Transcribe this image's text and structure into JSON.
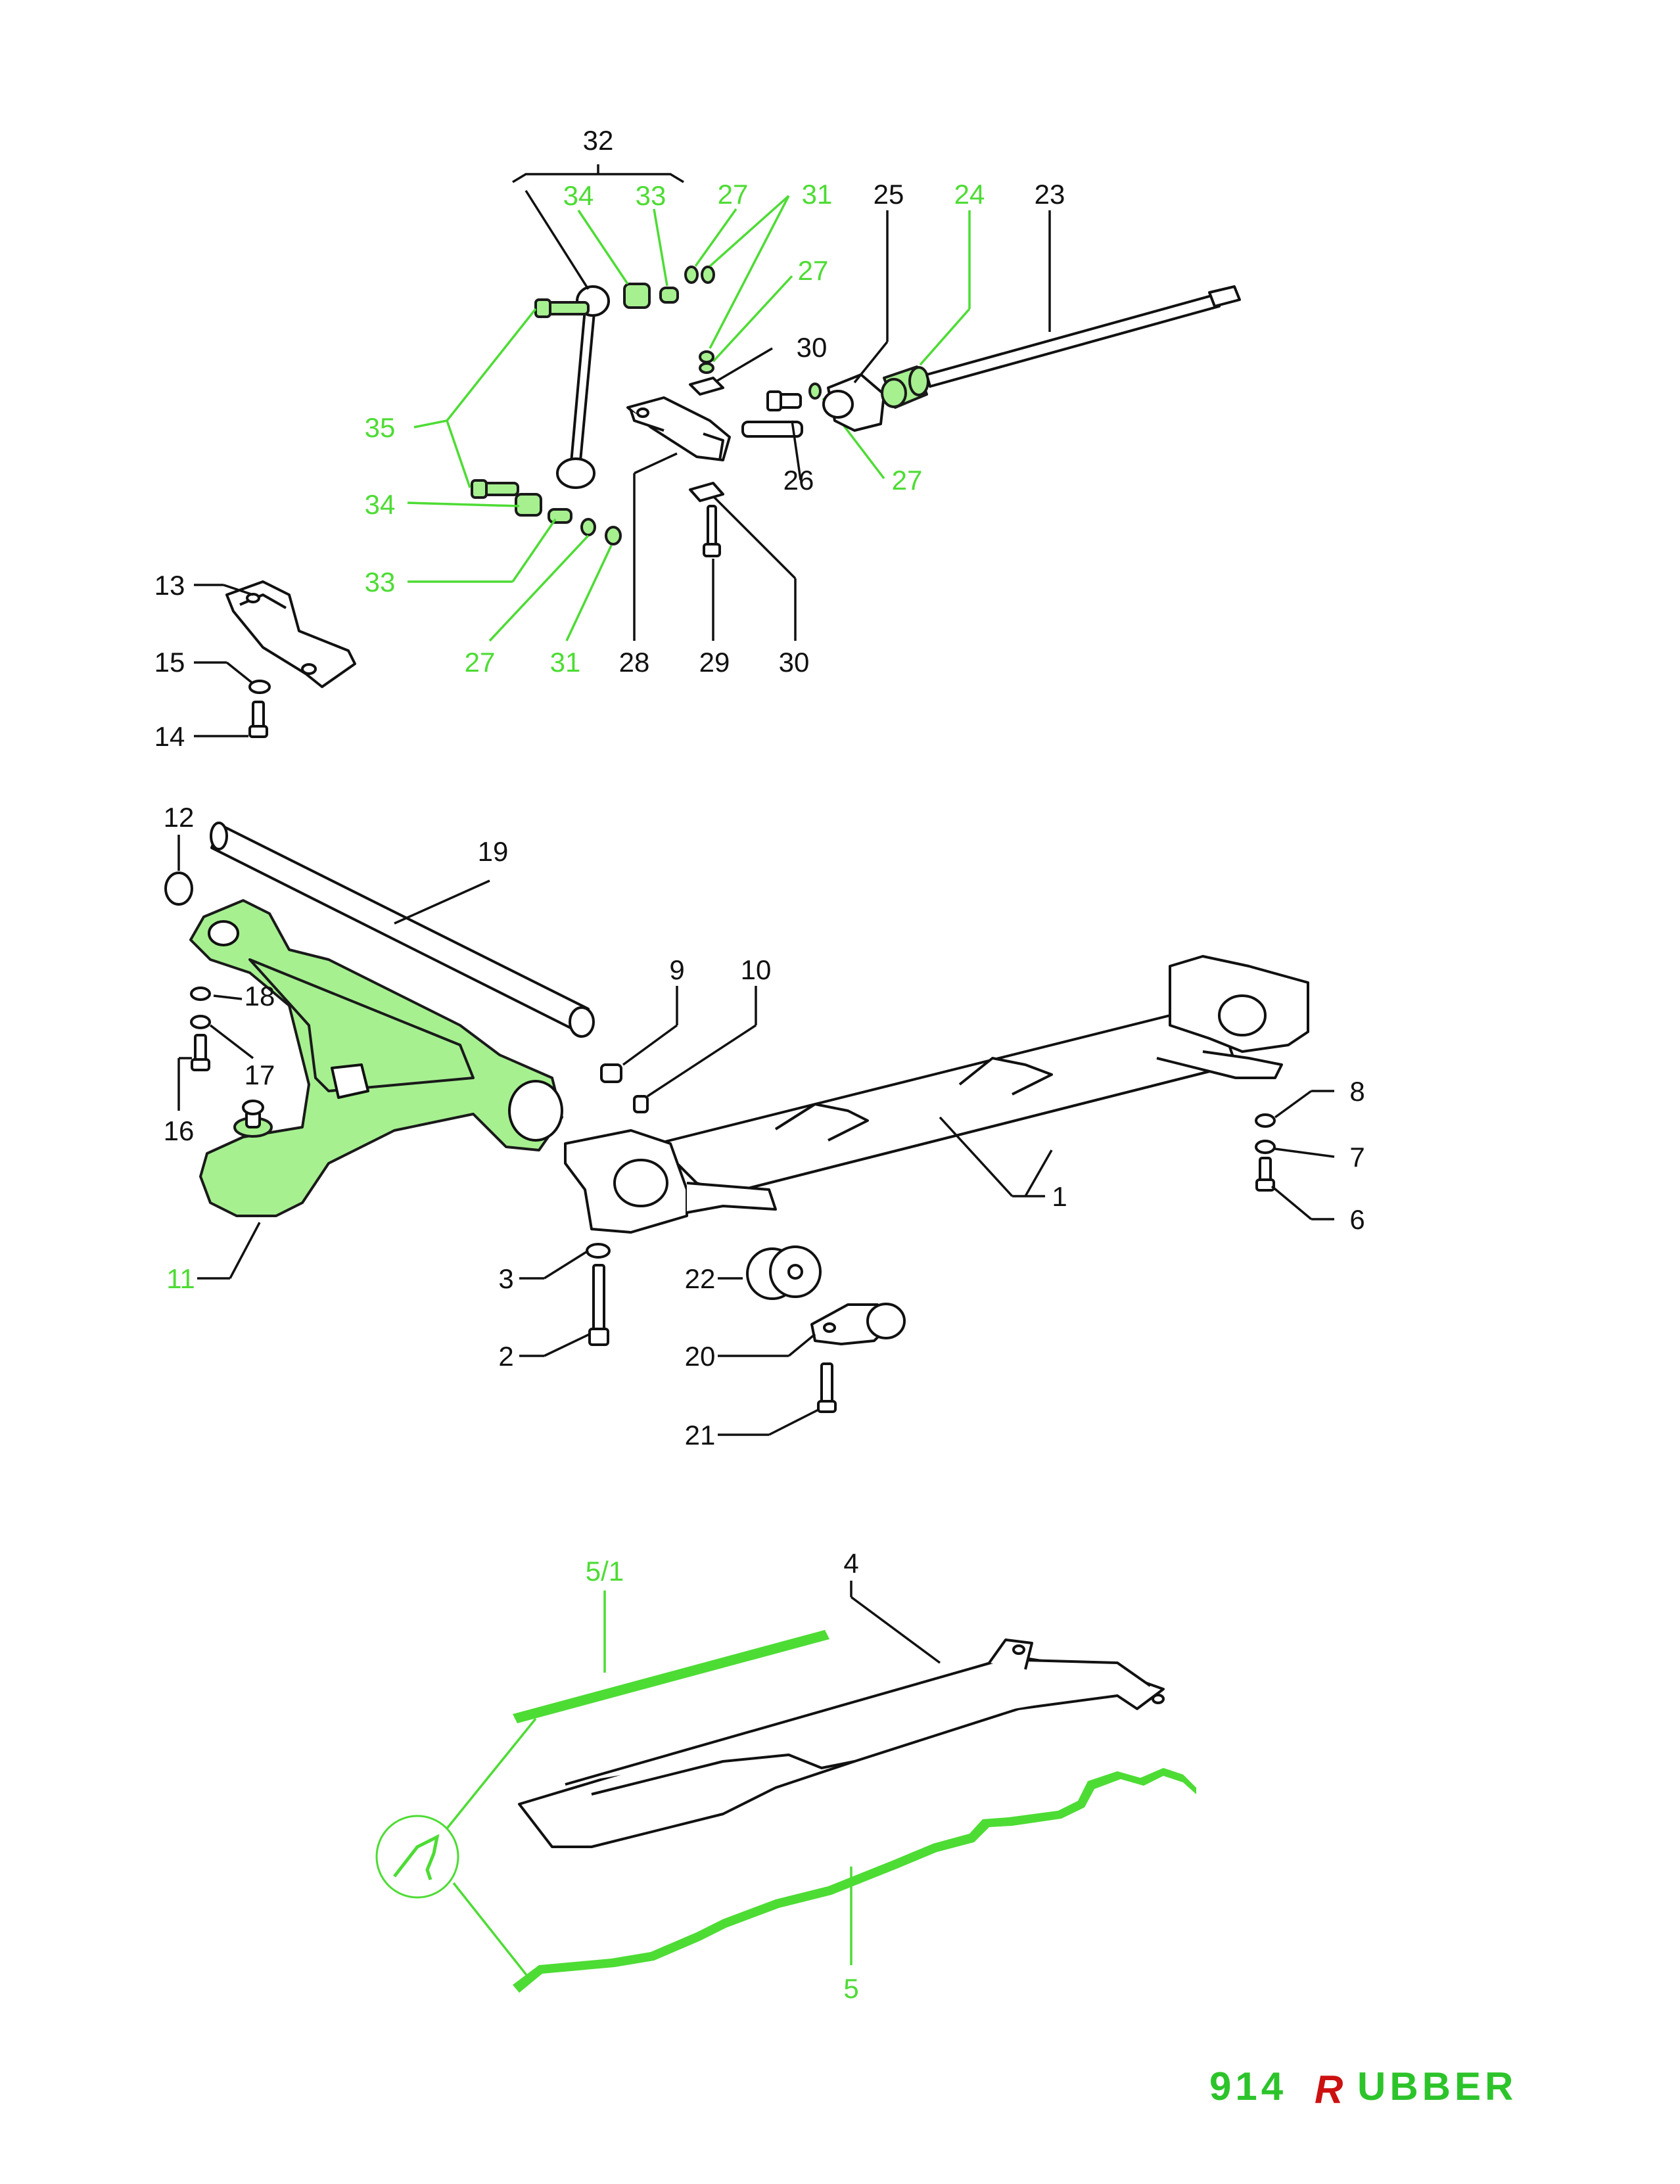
{
  "colors": {
    "highlight": "#4ddc34",
    "ink": "#111111",
    "brand_r": "#cc1111",
    "background": "#ffffff"
  },
  "labels": {
    "l1": "1",
    "l2": "2",
    "l3": "3",
    "l4": "4",
    "l5": "5",
    "l5_1": "5/1",
    "l6": "6",
    "l7": "7",
    "l8": "8",
    "l9": "9",
    "l10": "10",
    "l11": "11",
    "l12": "12",
    "l13": "13",
    "l14": "14",
    "l15": "15",
    "l16": "16",
    "l17": "17",
    "l18": "18",
    "l19": "19",
    "l20": "20",
    "l21": "21",
    "l22": "22",
    "l23": "23",
    "l24": "24",
    "l25": "25",
    "l26": "26",
    "l27": "27",
    "l28": "28",
    "l29": "29",
    "l30": "30",
    "l31": "31",
    "l32": "32",
    "l33": "33",
    "l34": "34",
    "l35": "35"
  },
  "brand": {
    "prefix": "914",
    "r": "R",
    "suffix": "UBBER"
  }
}
